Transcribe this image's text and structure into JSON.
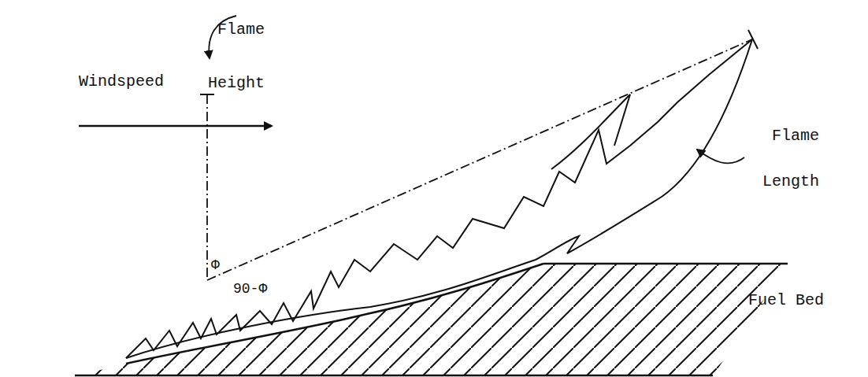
{
  "diagram": {
    "labels": [
      "Flame Height",
      "Windspeed",
      "Flame Length",
      "Φ",
      "90-Φ",
      "Fuel Bed"
    ]
  }
}
